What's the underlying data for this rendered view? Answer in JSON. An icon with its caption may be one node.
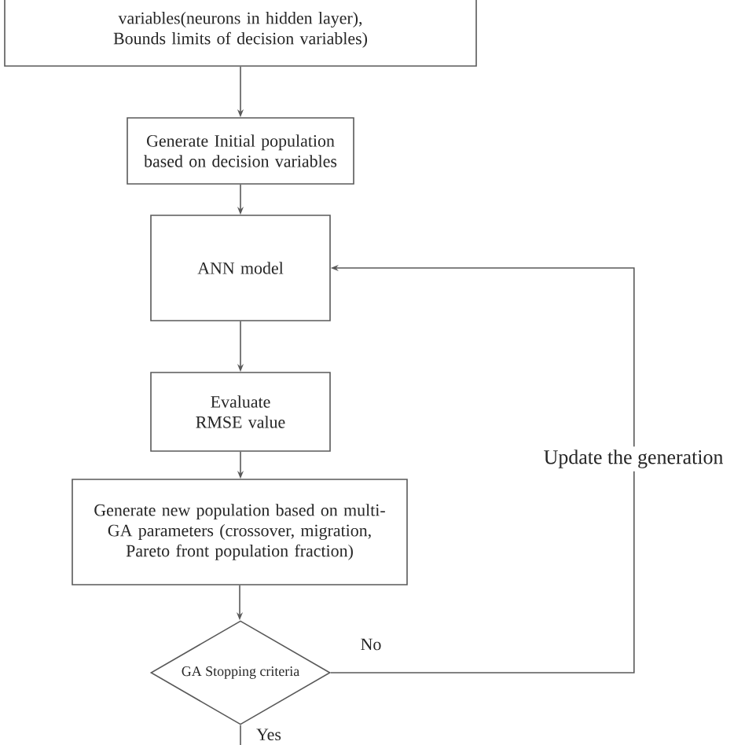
{
  "diagram": {
    "nodes": [
      {
        "text": [
          "variables(neurons in hidden layer), Bounds limits of decision variables)"
        ]
      },
      {
        "text": [
          "Generate Initial population based on decision variables"
        ]
      },
      {
        "text": [
          "ANN model"
        ]
      },
      {
        "text": [
          "Evaluate RMSE value"
        ]
      },
      {
        "text": [
          "Generate new population based on multi-GA parameters (crossover, migration, Pareto front population fraction)"
        ]
      },
      {
        "text": [
          "GA Stopping criteria"
        ]
      }
    ],
    "edges": [
      {
        "from": 0,
        "to": 1,
        "arrow": "to"
      },
      {
        "from": 1,
        "to": 2,
        "arrow": "to"
      },
      {
        "from": 2,
        "to": 3,
        "arrow": "to"
      },
      {
        "from": 3,
        "to": 4,
        "arrow": "to"
      },
      {
        "from": 4,
        "to": 5,
        "arrow": "to"
      },
      {
        "from": 5,
        "to": 2,
        "arrow": "to",
        "label": "No"
      },
      {
        "from": 5,
        "to": null,
        "arrow": "none",
        "label": "Yes"
      }
    ],
    "labels": [
      "Update the generation"
    ]
  }
}
